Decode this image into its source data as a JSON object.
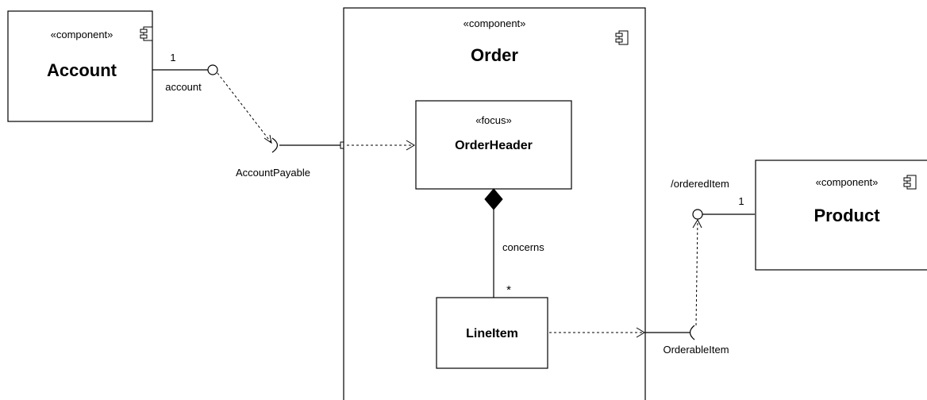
{
  "components": {
    "account": {
      "stereotype": "«component»",
      "name": "Account"
    },
    "order": {
      "stereotype": "«component»",
      "name": "Order"
    },
    "product": {
      "stereotype": "«component»",
      "name": "Product"
    }
  },
  "classes": {
    "order_header": {
      "stereotype": "«focus»",
      "name": "OrderHeader"
    },
    "line_item": {
      "name": "LineItem"
    }
  },
  "interfaces": {
    "account_payable": "AccountPayable",
    "orderable_item": "OrderableItem"
  },
  "labels": {
    "account_multiplicity": "1",
    "account_role": "account",
    "ordered_item_role": "/orderedItem",
    "product_multiplicity": "1",
    "concerns": "concerns",
    "line_item_multiplicity": "*"
  },
  "icons": [
    "component-icon"
  ]
}
